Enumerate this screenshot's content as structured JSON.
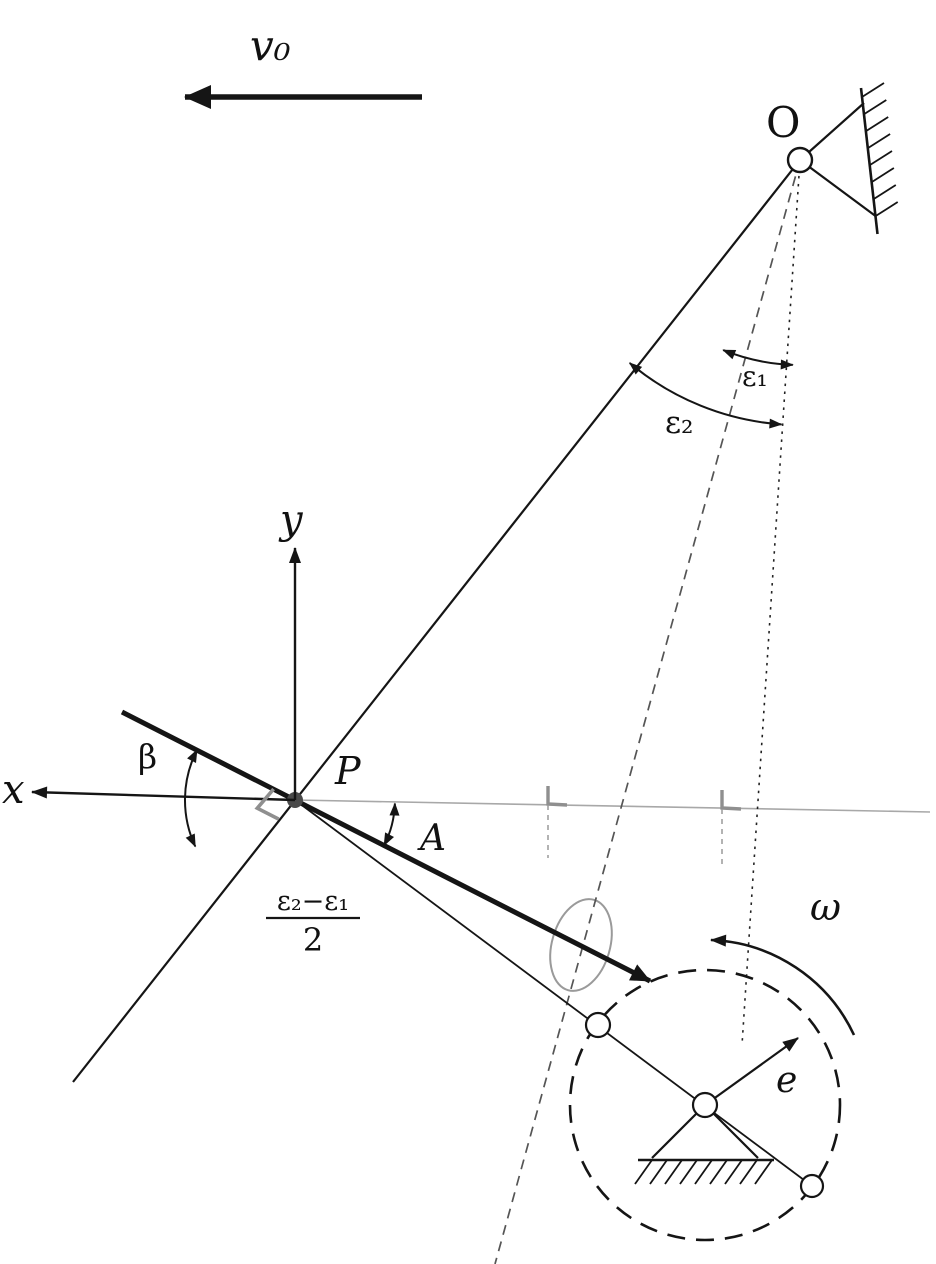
{
  "diagram": {
    "description": "Kinematic diagram of an eccentric cam driving a flat follower beam about fixed pivot O",
    "labels": {
      "v0": "v₀",
      "pivot": "O",
      "epsilon1": "ε₁",
      "epsilon2": "ε₂",
      "y_axis": "y",
      "x_axis": "x",
      "point_P": "P",
      "beta": "β",
      "point_A": "A",
      "half_angle_num": "ε₂−ε₁",
      "half_angle_den": "2",
      "omega": "ω",
      "eccentricity": "e"
    },
    "colors": {
      "ink": "#151515",
      "muted": "#8f8f8f",
      "background": "#ffffff"
    }
  }
}
